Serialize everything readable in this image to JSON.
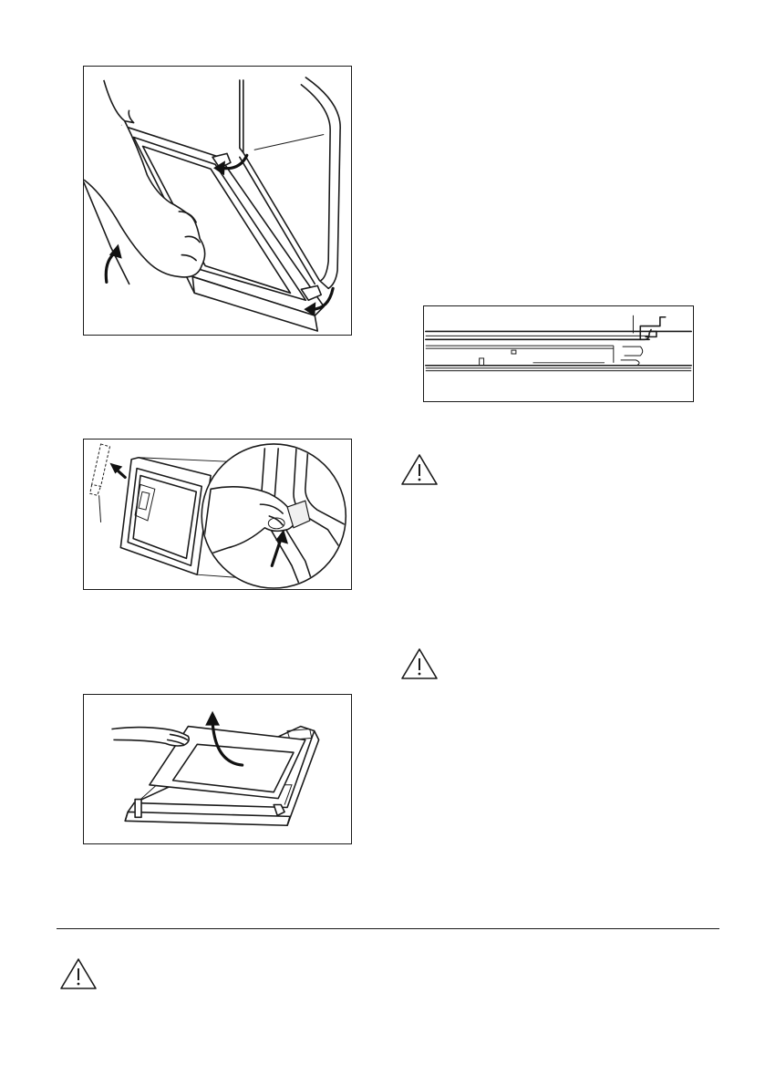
{
  "page": {
    "figures": [
      {
        "id": "door-lift-out",
        "icon": "door-lift-illustration"
      },
      {
        "id": "door-trim-removal",
        "icon": "trim-removal-illustration"
      },
      {
        "id": "glass-panel-removal",
        "icon": "glass-panel-illustration"
      },
      {
        "id": "glass-seat-detail",
        "icon": "glass-seat-illustration"
      }
    ],
    "warnings": [
      {
        "id": "warning-1",
        "icon": "warning-triangle-icon"
      },
      {
        "id": "warning-2",
        "icon": "warning-triangle-icon"
      },
      {
        "id": "warning-3",
        "icon": "warning-triangle-icon"
      }
    ]
  }
}
